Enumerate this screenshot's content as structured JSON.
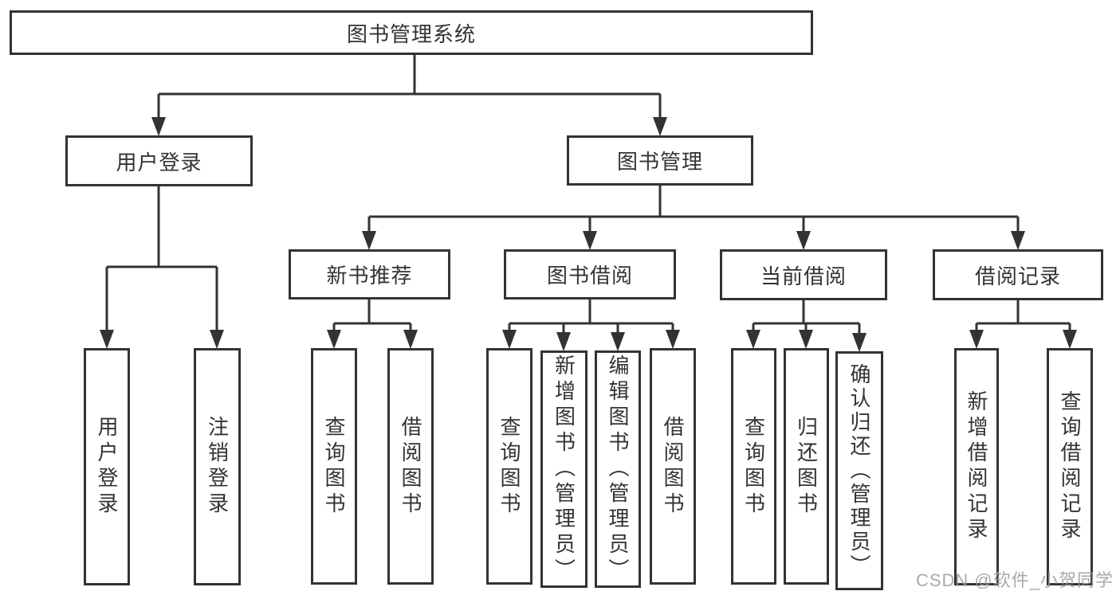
{
  "diagram": {
    "type": "tree",
    "title": "图书管理系统",
    "nodes": {
      "root": {
        "label": "图书管理系统"
      },
      "user_login": {
        "label": "用户登录"
      },
      "book_management": {
        "label": "图书管理"
      },
      "new_book_recommend": {
        "label": "新书推荐"
      },
      "book_borrow": {
        "label": "图书借阅"
      },
      "current_borrow": {
        "label": "当前借阅"
      },
      "borrow_records": {
        "label": "借阅记录"
      },
      "leaf_user_login": {
        "label": "用户登录"
      },
      "leaf_logout": {
        "label": "注销登录"
      },
      "leaf_rec_query_books": {
        "label": "查询图书"
      },
      "leaf_rec_borrow_books": {
        "label": "借阅图书"
      },
      "leaf_bb_query_books": {
        "label": "查询图书"
      },
      "leaf_bb_add_books": {
        "label": "新增图书（管理员）"
      },
      "leaf_bb_edit_books": {
        "label": "编辑图书（管理员）"
      },
      "leaf_bb_borrow_books": {
        "label": "借阅图书"
      },
      "leaf_cb_query_books": {
        "label": "查询图书"
      },
      "leaf_cb_return_books": {
        "label": "归还图书"
      },
      "leaf_cb_confirm_return": {
        "label": "确认归还（管理员）"
      },
      "leaf_br_add_record": {
        "label": "新增借阅记录"
      },
      "leaf_br_query_record": {
        "label": "查询借阅记录"
      }
    },
    "hierarchy": {
      "图书管理系统": {
        "用户登录": [
          "用户登录",
          "注销登录"
        ],
        "图书管理": {
          "新书推荐": [
            "查询图书",
            "借阅图书"
          ],
          "图书借阅": [
            "查询图书",
            "新增图书（管理员）",
            "编辑图书（管理员）",
            "借阅图书"
          ],
          "当前借阅": [
            "查询图书",
            "归还图书",
            "确认归还（管理员）"
          ],
          "借阅记录": [
            "新增借阅记录",
            "查询借阅记录"
          ]
        }
      }
    },
    "colors": {
      "line": "#333333",
      "box_border": "#333333",
      "text": "#333333",
      "watermark": "#9b9b9b",
      "background": "#ffffff"
    }
  },
  "watermark": {
    "text": "CSDN @软件_小贺同学"
  }
}
